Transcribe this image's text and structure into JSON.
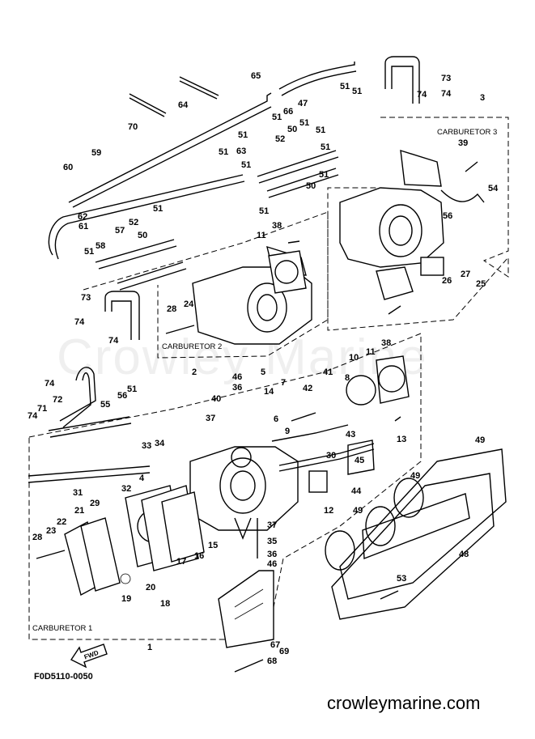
{
  "watermark": "Crowley Marine",
  "diagram_code": "F0D5110-0050",
  "site": "crowleymarine.com",
  "fwd_arrow": "FWD",
  "groups": {
    "carb1": "CARBURETOR 1",
    "carb2": "CARBURETOR 2",
    "carb3": "CARBURETOR 3"
  },
  "callouts": [
    "73",
    "74",
    "74",
    "3",
    "51",
    "51",
    "65",
    "64",
    "66",
    "47",
    "51",
    "51",
    "70",
    "51",
    "50",
    "51",
    "63",
    "39",
    "52",
    "51",
    "59",
    "51",
    "50",
    "51",
    "60",
    "54",
    "62",
    "61",
    "57",
    "51",
    "50",
    "58",
    "51",
    "51",
    "56",
    "52",
    "51",
    "38",
    "11",
    "27",
    "26",
    "25",
    "73",
    "28",
    "24",
    "74",
    "74",
    "2",
    "38",
    "10",
    "11",
    "46",
    "36",
    "41",
    "8",
    "74",
    "72",
    "14",
    "42",
    "40",
    "71",
    "56",
    "51",
    "74",
    "55",
    "5",
    "7",
    "6",
    "9",
    "37",
    "13",
    "43",
    "33",
    "34",
    "49",
    "30",
    "45",
    "31",
    "32",
    "4",
    "44",
    "12",
    "49",
    "29",
    "22",
    "21",
    "23",
    "15",
    "37",
    "49",
    "16",
    "17",
    "28",
    "35",
    "36",
    "46",
    "48",
    "53",
    "20",
    "19",
    "18",
    "1",
    "67",
    "69",
    "68"
  ]
}
